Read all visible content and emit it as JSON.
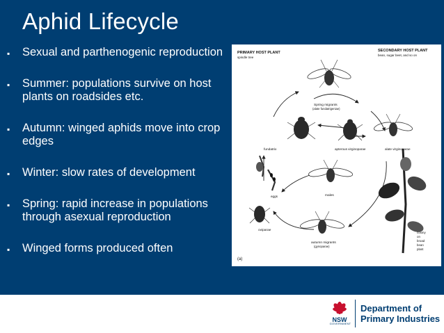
{
  "slide": {
    "title": "Aphid Lifecycle",
    "bullets": [
      "Sexual and parthenogenic reproduction",
      "Summer: populations survive on host plants on roadsides etc.",
      "Autumn: winged aphids move into crop edges",
      "Winter: slow rates of development",
      "Spring: rapid increase in populations through asexual reproduction",
      "Winged forms produced often"
    ],
    "bullet_marker": "▪"
  },
  "figure": {
    "primary_host_title": "PRIMARY HOST PLANT",
    "primary_host_sub": "spindle tree",
    "secondary_host_title": "SECONDARY HOST PLANT",
    "secondary_host_sub": "bean, sugar beet, and so on",
    "spring_migrants": "Spring migrants",
    "spring_migrants_sub": "(alate fundatrigeniae)",
    "fundatrix": "fundatrix",
    "apterous": "apterous virginoparae",
    "alate": "alate virginoparae",
    "males": "males",
    "eggs": "eggs",
    "oviparae": "oviparae",
    "autumn_migrants": "autumn migrants",
    "autumn_migrants_sub": "(gynoparae)",
    "colony": "colony",
    "on": "on",
    "broad": "broad",
    "bean": "bean",
    "plant": "plant",
    "panel": "(a)"
  },
  "footer": {
    "logo_text": "NSW",
    "logo_sub": "GOVERNMENT",
    "department_line1": "Department of",
    "department_line2": "Primary Industries",
    "brand_color": "#003e72",
    "logo_color": "#c8102e"
  }
}
